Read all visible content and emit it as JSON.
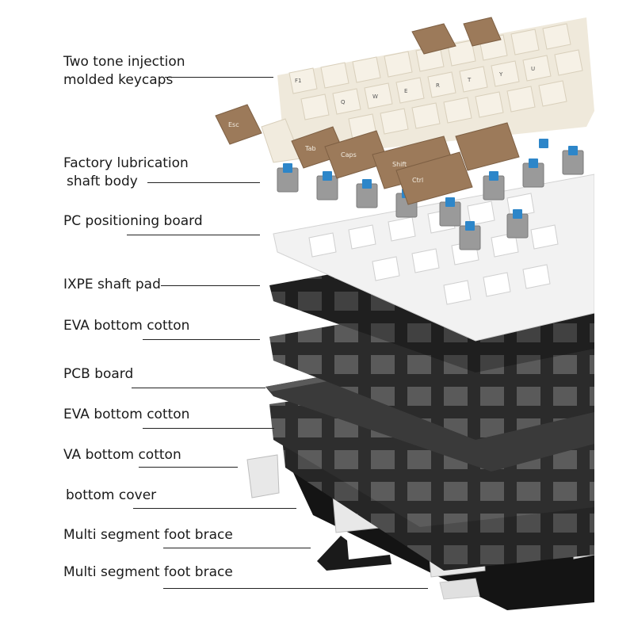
{
  "layers": [
    {
      "id": "keycaps",
      "lines": [
        "Two tone injection",
        "molded keycaps"
      ]
    },
    {
      "id": "switches",
      "lines": [
        "Factory lubrication",
        "shaft body"
      ]
    },
    {
      "id": "pc-board",
      "lines": [
        "PC positioning board"
      ]
    },
    {
      "id": "ixpe-pad",
      "lines": [
        "IXPE shaft pad"
      ]
    },
    {
      "id": "eva-1",
      "lines": [
        "EVA bottom cotton"
      ]
    },
    {
      "id": "pcb",
      "lines": [
        "PCB board"
      ]
    },
    {
      "id": "eva-2",
      "lines": [
        "EVA bottom cotton"
      ]
    },
    {
      "id": "va",
      "lines": [
        "VA bottom cotton"
      ]
    },
    {
      "id": "bottom",
      "lines": [
        "bottom cover"
      ]
    },
    {
      "id": "foot-1",
      "lines": [
        "Multi segment foot brace"
      ]
    },
    {
      "id": "foot-2",
      "lines": [
        "Multi segment foot brace"
      ]
    }
  ],
  "keycap_legends": {
    "esc": "Esc",
    "tab": "Tab",
    "caps": "Caps",
    "shift": "Shift",
    "ctrl": "Ctrl",
    "f1": "F1",
    "row": [
      "Q",
      "W",
      "E",
      "R",
      "T",
      "Y",
      "U"
    ]
  },
  "colors": {
    "cream": "#efe9db",
    "brown": "#9c7a5a",
    "switch_blue": "#2d86c9",
    "plate_white": "#f2f2f2",
    "foam_dark": "#2b2b2b",
    "pcb_dark": "#3a3a3a",
    "case_black": "#141414"
  }
}
